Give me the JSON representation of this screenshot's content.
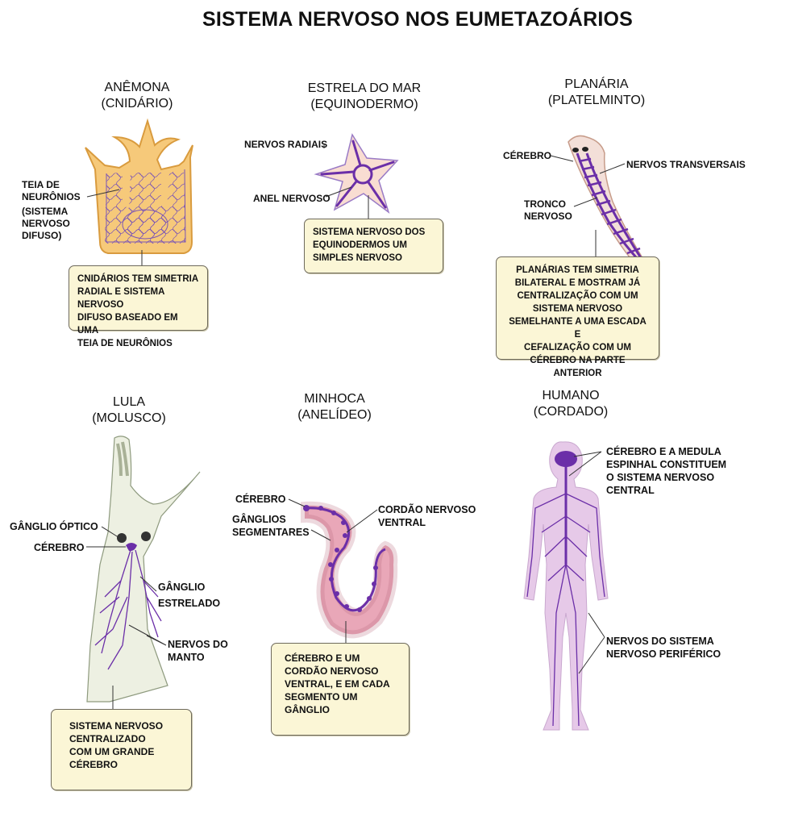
{
  "title": "SISTEMA NERVOSO NOS EUMETAZOÁRIOS",
  "colors": {
    "nerve": "#6b2fa8",
    "nerve_light": "#9a7bc6",
    "anemone_body": "#f6c97a",
    "anemone_edge": "#d99b3e",
    "star_body": "#f9ddd2",
    "worm_body": "#e9a7b8",
    "human_body": "#e6c9e8",
    "box_bg": "#fbf6d6"
  },
  "sections": {
    "anemona": {
      "heading": [
        "ANÊMONA",
        "(CNIDÁRIO)"
      ],
      "labels": {
        "teia": [
          "TEIA DE",
          "NEURÔNIOS",
          "(SISTEMA",
          "NERVOSO",
          "DIFUSO)"
        ]
      },
      "box": [
        "CNIDÁRIOS TEM SIMETRIA",
        "RADIAL E SISTEMA NERVOSO",
        "DIFUSO BASEADO EM UMA",
        "TEIA DE NEURÔNIOS"
      ]
    },
    "estrela": {
      "heading": [
        "ESTRELA DO MAR",
        "(EQUINODERMO)"
      ],
      "labels": {
        "radiais": "NERVOS RADIAIS",
        "anel": "ANEL NERVOSO"
      },
      "box": [
        "SISTEMA NERVOSO DOS",
        "EQUINODERMOS UM",
        "SIMPLES NERVOSO"
      ]
    },
    "planaria": {
      "heading": [
        "PLANÁRIA",
        "(PLATELMINTO)"
      ],
      "labels": {
        "cerebro": "CÉREBRO",
        "transversais": "NERVOS TRANSVERSAIS",
        "tronco": [
          "TRONCO",
          "NERVOSO"
        ]
      },
      "box": [
        "PLANÁRIAS TEM SIMETRIA",
        "BILATERAL E MOSTRAM JÁ",
        "CENTRALIZAÇÃO COM UM",
        "SISTEMA NERVOSO",
        "SEMELHANTE A UMA ESCADA E",
        "CEFALIZAÇÃO COM UM",
        "CÉREBRO NA PARTE ANTERIOR"
      ]
    },
    "lula": {
      "heading": [
        "LULA",
        "(MOLUSCO)"
      ],
      "labels": {
        "optico": "GÂNGLIO ÓPTICO",
        "cerebro": "CÉREBRO",
        "estrelado": [
          "GÂNGLIO",
          "ESTRELADO"
        ],
        "manto": [
          "NERVOS DO",
          "MANTO"
        ]
      },
      "box": [
        "SISTEMA NERVOSO",
        "CENTRALIZADO",
        "COM UM GRANDE",
        "CÉREBRO"
      ]
    },
    "minhoca": {
      "heading": [
        "MINHOCA",
        "(ANELÍDEO)"
      ],
      "labels": {
        "cerebro": "CÉREBRO",
        "ganglios": [
          "GÂNGLIOS",
          "SEGMENTARES"
        ],
        "cordao": [
          "CORDÃO NERVOSO",
          "VENTRAL"
        ]
      },
      "box": [
        "CÉREBRO E UM",
        "CORDÃO NERVOSO",
        "VENTRAL, E EM CADA",
        "SEGMENTO UM",
        "GÂNGLIO"
      ]
    },
    "humano": {
      "heading": [
        "HUMANO",
        "(CORDADO)"
      ],
      "labels": {
        "central": [
          "CÉREBRO E A MEDULA",
          "ESPINHAL CONSTITUEM",
          "O SISTEMA NERVOSO",
          "CENTRAL"
        ],
        "periferico": [
          "NERVOS DO SISTEMA",
          "NERVOSO PERIFÉRICO"
        ]
      }
    }
  }
}
